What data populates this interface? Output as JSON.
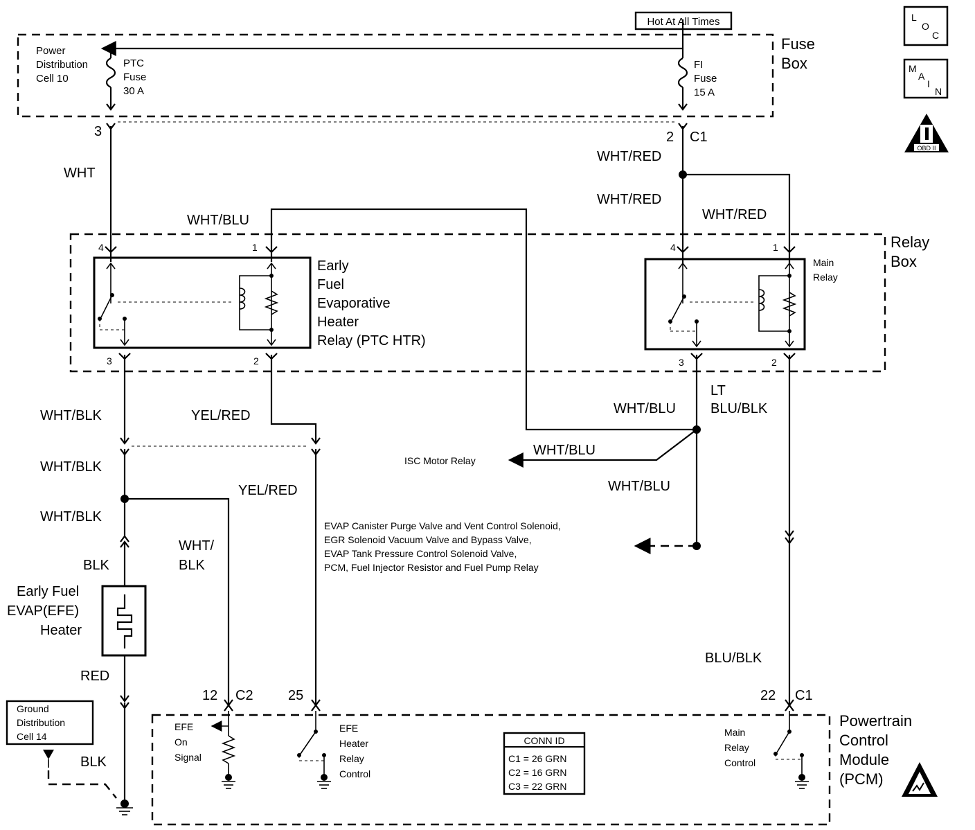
{
  "header": {
    "hot_label": "Hot At All Times"
  },
  "icons": {
    "loc": [
      "L",
      "O",
      "C"
    ],
    "main": [
      "M",
      "A",
      "I",
      "N"
    ],
    "obd": "OBD II"
  },
  "fuse_box": {
    "label_1": "Fuse",
    "label_2": "Box",
    "power_dist": [
      "Power",
      "Distribution",
      "Cell 10"
    ],
    "ptc_fuse": [
      "PTC",
      "Fuse",
      "30 A"
    ],
    "fi_fuse": [
      "FI",
      "Fuse",
      "15 A"
    ]
  },
  "relay_box": {
    "label_1": "Relay",
    "label_2": "Box"
  },
  "efe_relay": {
    "name": [
      "Early",
      "Fuel",
      "Evaporative",
      "Heater",
      "Relay (PTC HTR)"
    ],
    "pins": {
      "p4": "4",
      "p1": "1",
      "p3": "3",
      "p2": "2"
    }
  },
  "main_relay": {
    "name": [
      "Main",
      "Relay"
    ],
    "pins": {
      "p4": "4",
      "p1": "1",
      "p3": "3",
      "p2": "2"
    }
  },
  "connectors": {
    "c3": "3",
    "c2pin": "2",
    "c1": "C1",
    "pcm12": "12",
    "pcmc2": "C2",
    "pcm25": "25",
    "pcm22": "22",
    "pcmc1": "C1"
  },
  "wires": {
    "wht": "WHT",
    "wht_red_1": "WHT/RED",
    "wht_red_2": "WHT/RED",
    "wht_red_3": "WHT/RED",
    "wht_blu_1": "WHT/BLU",
    "wht_blu_2": "WHT/BLU",
    "wht_blu_3": "WHT/BLU",
    "wht_blu_4": "WHT/BLU",
    "lt": "LT",
    "blu_blk_lt": "BLU/BLK",
    "wht_blk_1": "WHT/BLK",
    "wht_blk_2": "WHT/BLK",
    "wht_blk_3": "WHT/BLK",
    "wht_slash": "WHT/",
    "blk_short": "BLK",
    "yel_red_1": "YEL/RED",
    "yel_red_2": "YEL/RED",
    "blk_1": "BLK",
    "red": "RED",
    "blk_2": "BLK",
    "blu_blk": "BLU/BLK"
  },
  "destinations": {
    "isc": "ISC Motor Relay",
    "evap": [
      "EVAP Canister Purge Valve and Vent Control Solenoid,",
      "EGR Solenoid Vacuum Valve and Bypass Valve,",
      "EVAP Tank Pressure Control Solenoid Valve,",
      "PCM, Fuel Injector Resistor and Fuel Pump Relay"
    ]
  },
  "efe_heater": [
    "Early Fuel",
    "EVAP(EFE)",
    "Heater"
  ],
  "ground": [
    "Ground",
    "Distribution",
    "Cell 14"
  ],
  "pcm": {
    "name": [
      "Powertrain",
      "Control",
      "Module",
      "(PCM)"
    ],
    "efe_on": [
      "EFE",
      "On",
      "Signal"
    ],
    "efe_relay_ctrl": [
      "EFE",
      "Heater",
      "Relay",
      "Control"
    ],
    "main_relay_ctrl": [
      "Main",
      "Relay",
      "Control"
    ]
  },
  "conn_id": {
    "title": "CONN ID",
    "rows": [
      "C1 = 26 GRN",
      "C2 = 16 GRN",
      "C3 = 22 GRN"
    ]
  }
}
